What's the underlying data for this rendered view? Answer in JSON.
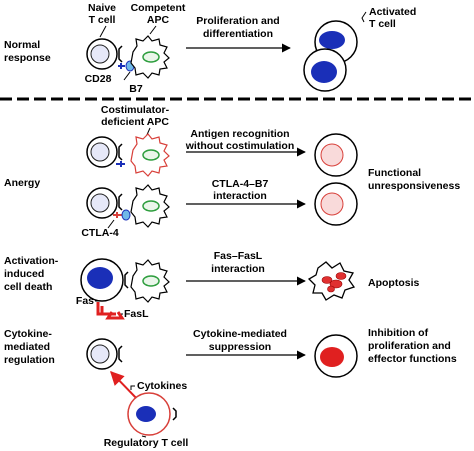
{
  "normal": {
    "label": [
      "Normal",
      "response"
    ],
    "naive_t_cell": [
      "Naive",
      "T cell"
    ],
    "competent_apc": [
      "Competent",
      "APC"
    ],
    "cd28": "CD28",
    "b7": "B7",
    "arrow_text": [
      "Proliferation and",
      "differentiation"
    ],
    "activated_t_cell": [
      "Activated",
      "T cell"
    ]
  },
  "anergy": {
    "label": "Anergy",
    "costim_deficient_apc": [
      "Costimulator-",
      "deficient APC"
    ],
    "arrow1_text": [
      "Antigen recognition",
      "without costimulation"
    ],
    "arrow2_text": [
      "CTLA-4–B7",
      "interaction"
    ],
    "ctla4": "CTLA-4",
    "outcome": [
      "Functional",
      "unresponsiveness"
    ]
  },
  "aicd": {
    "label": [
      "Activation-",
      "induced",
      "cell death"
    ],
    "arrow_text": [
      "Fas–FasL",
      "interaction"
    ],
    "fas": "Fas",
    "fasl": "FasL",
    "outcome": "Apoptosis"
  },
  "cytokine": {
    "label": [
      "Cytokine-",
      "mediated",
      "regulation"
    ],
    "arrow_text": [
      "Cytokine-mediated",
      "suppression"
    ],
    "cytokines": "Cytokines",
    "treg": "Regulatory T cell",
    "outcome": [
      "Inhibition of",
      "proliferation and",
      "effector functions"
    ]
  },
  "colors": {
    "apc_green": "#2e9e3e",
    "deficient_red": "#d8403a",
    "nucleus_blue": "#1a2fb8",
    "pale_blue": "#e6e8f8",
    "pale_red": "#f9dada",
    "apoptosis_red": "#e03030",
    "receptor_blue": "#1a2fb8",
    "arrow_red": "#e02020"
  }
}
